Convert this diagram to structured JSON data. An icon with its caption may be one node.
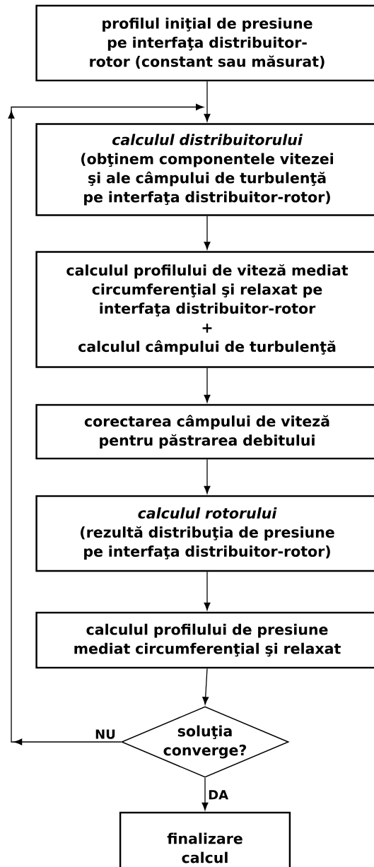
{
  "diagram": {
    "nodes": [
      {
        "text": [
          "profilul iniţial de presiune pe interfaţa distribuitor-rotor (constant sau măsurat)"
        ]
      },
      {
        "text": [
          "calculul distribuitorului",
          "(obţinem componentele vitezei şi ale câmpului de turbulenţă pe interfaţa distribuitor-rotor)"
        ]
      },
      {
        "text": [
          "calculul profilului de viteză mediat circumferenţial şi relaxat pe interfaţa distribuitor-rotor",
          "+",
          "calculul câmpului de turbulenţă"
        ]
      },
      {
        "text": [
          "corectarea câmpului de viteză pentru păstrarea debitului"
        ]
      },
      {
        "text": [
          "calculul rotorului",
          "(rezultă distribuţia de presiune pe interfaţa distribuitor-rotor)"
        ]
      },
      {
        "text": [
          "calculul profilului de presiune mediat circumferenţial şi relaxat"
        ]
      },
      {
        "text": [
          "soluţia converge?"
        ]
      },
      {
        "text": [
          "finalizare calcul"
        ]
      }
    ],
    "edges": [
      {
        "from": 0,
        "to": 1,
        "arrow": "to"
      },
      {
        "from": 1,
        "to": 2,
        "arrow": "to"
      },
      {
        "from": 2,
        "to": 3,
        "arrow": "to"
      },
      {
        "from": 3,
        "to": 4,
        "arrow": "to"
      },
      {
        "from": 4,
        "to": 5,
        "arrow": "to"
      },
      {
        "from": 5,
        "to": 6,
        "arrow": "to"
      },
      {
        "from": 6,
        "to": 1,
        "arrow": "to",
        "label": "NU"
      },
      {
        "from": 6,
        "to": 7,
        "arrow": "to",
        "label": "DA"
      }
    ]
  }
}
